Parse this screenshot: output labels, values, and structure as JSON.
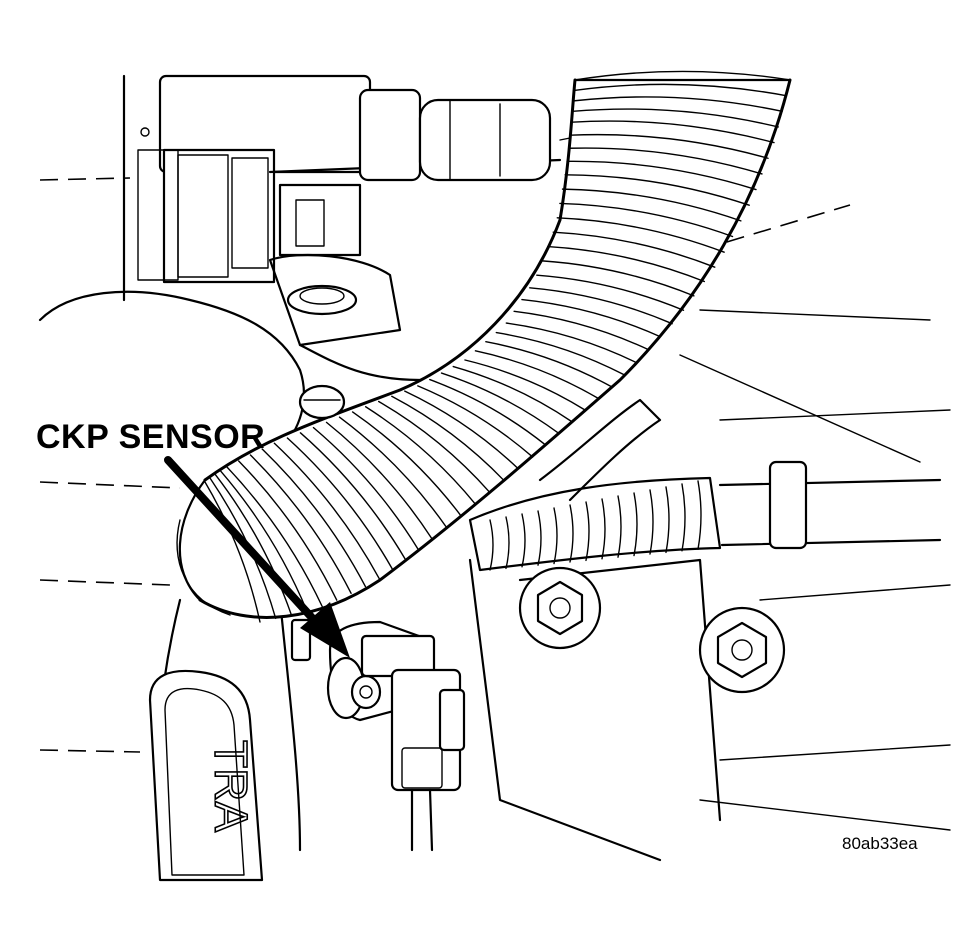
{
  "callout": {
    "label": "CKP SENSOR"
  },
  "figure": {
    "id": "80ab33ea"
  },
  "casting": {
    "embossed_text": "TRA"
  }
}
